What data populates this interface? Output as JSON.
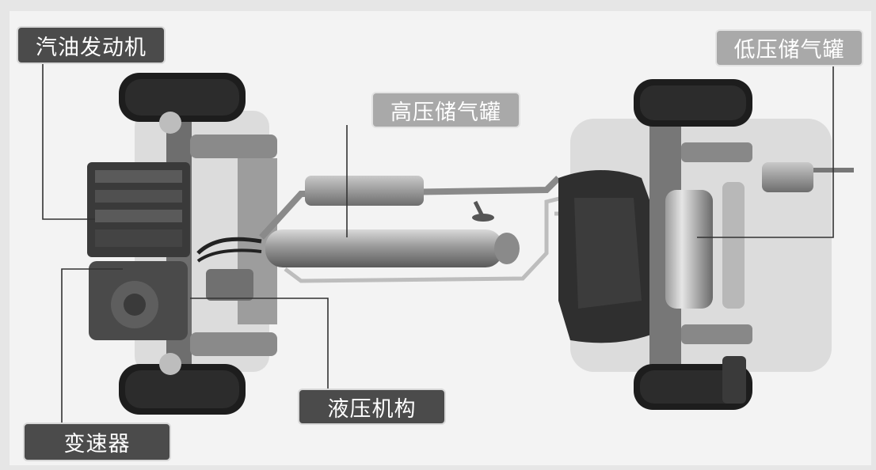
{
  "labels": {
    "gasoline_engine": "汽油发动机",
    "transmission": "变速器",
    "hydraulic_mechanism": "液压机构",
    "high_pressure_tank": "高压储气罐",
    "low_pressure_tank": "低压储气罐"
  }
}
